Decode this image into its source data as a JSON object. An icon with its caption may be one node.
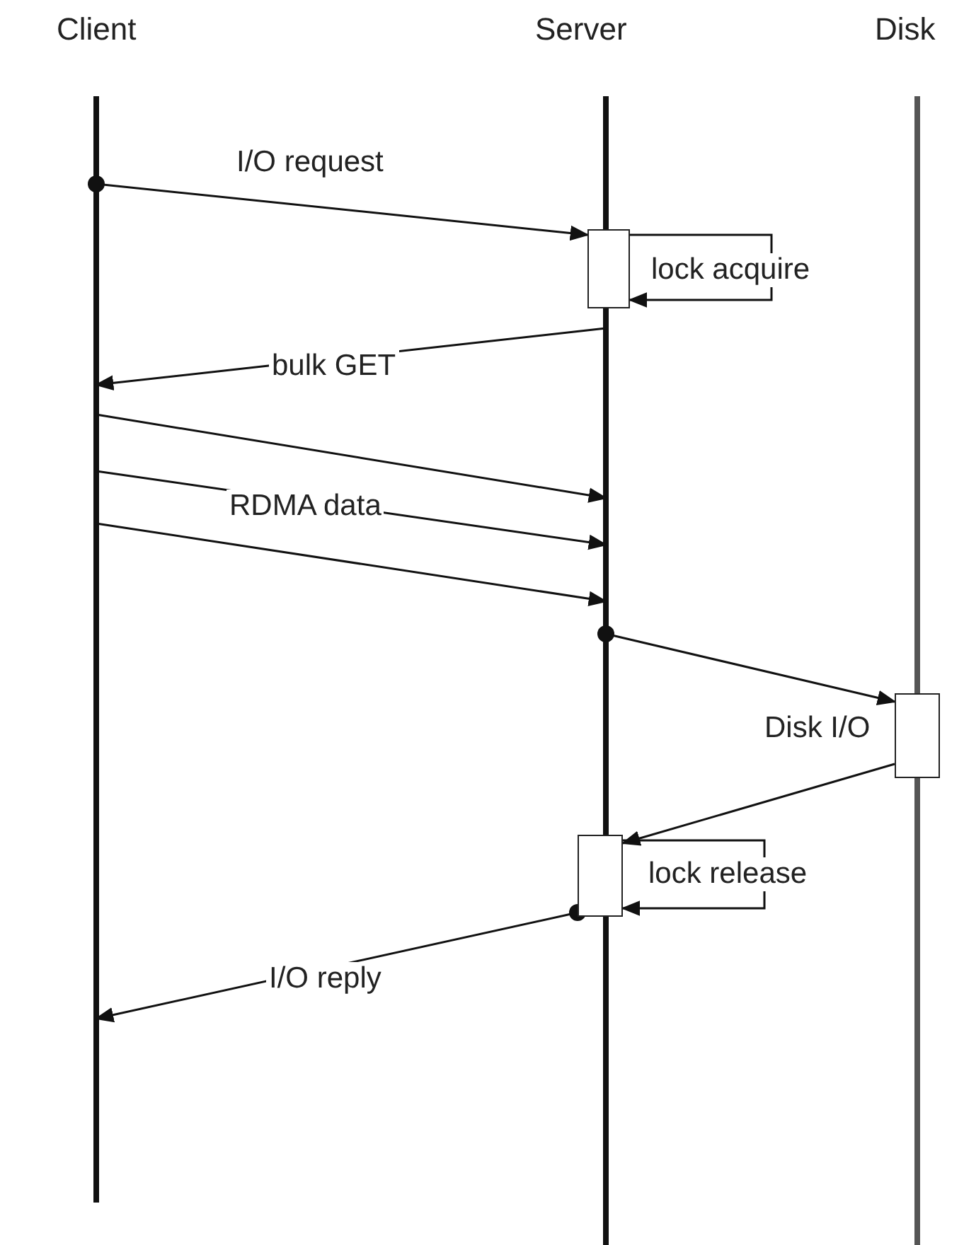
{
  "diagram": {
    "nodes": [
      {
        "text": [
          "Client"
        ]
      },
      {
        "text": [
          "Server"
        ]
      },
      {
        "text": [
          "Disk"
        ]
      },
      {
        "text": [],
        "shape": "box"
      },
      {
        "text": [],
        "shape": "box",
        "beside": [
          "Disk I/O"
        ]
      },
      {
        "text": [],
        "shape": "box"
      }
    ],
    "edges": [
      {
        "from": 0,
        "to": 3,
        "arrow": "to",
        "label": "I/O request"
      },
      {
        "from": 3,
        "to": 3,
        "arrow": "to",
        "label": "lock acquire"
      },
      {
        "from": 1,
        "to": 0,
        "arrow": "to",
        "label": "bulk GET"
      },
      {
        "from": 0,
        "to": 1,
        "arrow": "to"
      },
      {
        "from": 0,
        "to": 1,
        "arrow": "to",
        "label": "RDMA data"
      },
      {
        "from": 0,
        "to": 1,
        "arrow": "to"
      },
      {
        "from": 1,
        "to": 4,
        "arrow": "to"
      },
      {
        "from": 4,
        "to": 5,
        "arrow": "to"
      },
      {
        "from": 5,
        "to": 5,
        "arrow": "to",
        "label": "lock release"
      },
      {
        "from": 5,
        "to": 0,
        "arrow": "to",
        "label": "I/O reply"
      }
    ]
  }
}
